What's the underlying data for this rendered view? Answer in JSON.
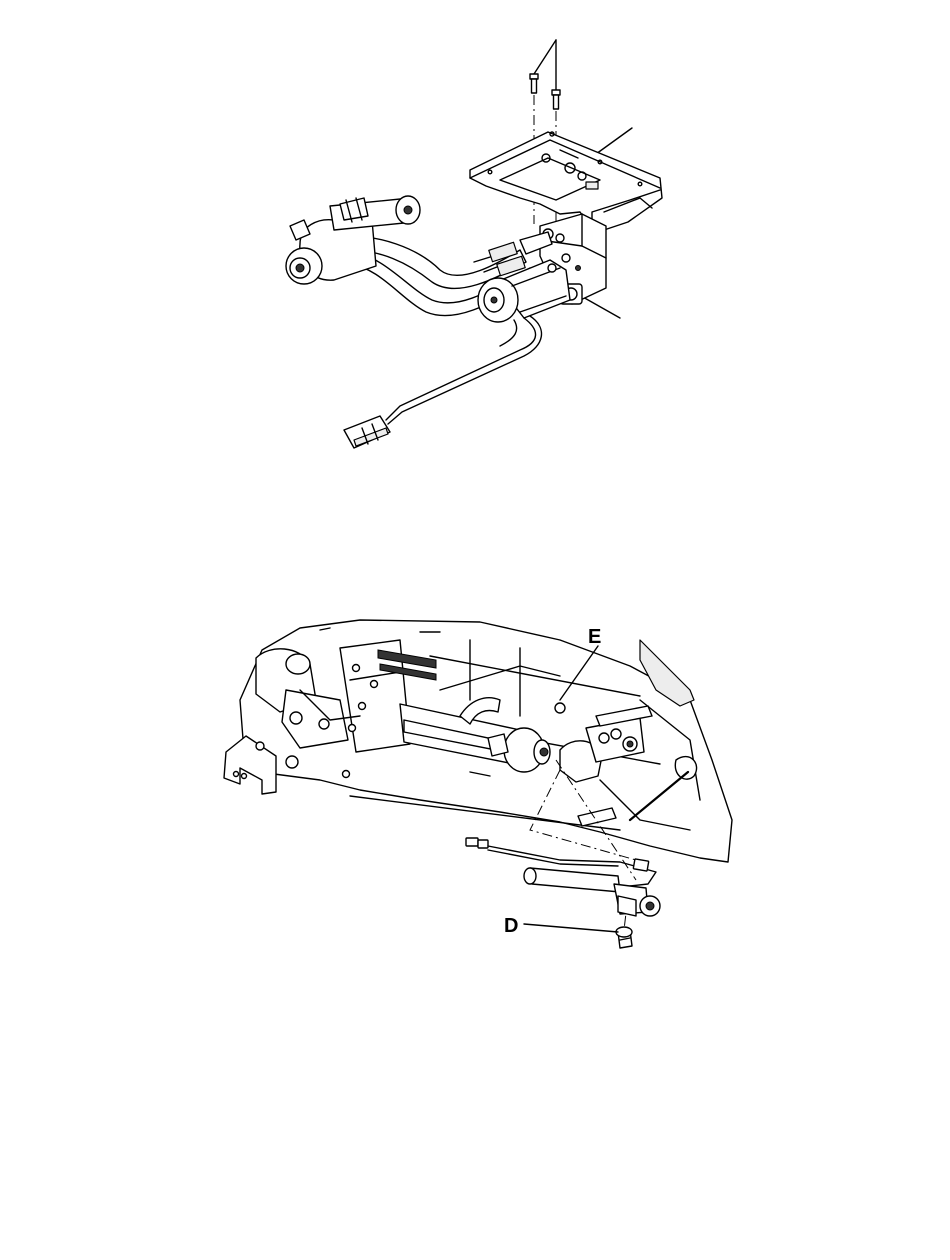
{
  "diagram": {
    "figure_top": {
      "callouts": []
    },
    "figure_bottom": {
      "callouts": [
        {
          "id": "E",
          "label": "E"
        },
        {
          "id": "D",
          "label": "D"
        }
      ]
    }
  }
}
